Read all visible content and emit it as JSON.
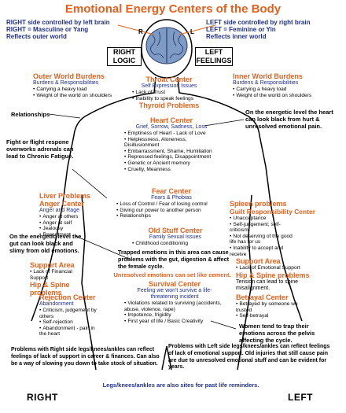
{
  "title": "Emotional Energy Centers of the Body",
  "header": {
    "left": {
      "line1": "RIGHT side controlled by left brain",
      "line2": "RIGHT = Masculine or Yang",
      "line3": "Reflects outer world"
    },
    "right": {
      "line1": "LEFT side controlled by right brain",
      "line2": "LEFT = Feminine or Yin",
      "line3": "Reflects inner world"
    },
    "brain_left_letter": "R",
    "brain_right_letter": "L",
    "right_logic_box": "RIGHT LOGIC",
    "left_feelings_box": "LEFT FEELINGS"
  },
  "outer_world": {
    "title": "Outer World Burdens",
    "subtitle": "Burdens & Responsibilities",
    "items": [
      "Carrying a heavy load",
      "Weight of the world on shoulders"
    ]
  },
  "inner_world": {
    "title": "Inner World Burdens",
    "subtitle": "Burdens & Responsibilities",
    "items": [
      "Carrying a heavy load",
      "Weight of the world on shoulders"
    ]
  },
  "throat": {
    "title": "Throat Center",
    "subtitle": "Self Expression Issues",
    "items": [
      "Lack of Trust",
      "Inability to speak feelings"
    ],
    "footer": "Thyroid Problems"
  },
  "relationships": "Relationships",
  "heart_note": "On the energetic level the heart can look black from hurt & unresolved emotional pain.",
  "heart": {
    "title": "Heart Center",
    "subtitle": "Grief, Sorrow, Sadness, Loss",
    "items": [
      "Emptiness of Heart - Lack of Love",
      "Helplessness, Aloneness, Disillusionment",
      "Embarrassment, Shame, Humiliation",
      "Repressed feelings, Disappointment",
      "Genetic or Ancient memory",
      "Cruelty, Meanness"
    ]
  },
  "fight_note": "Fight or flight respone overworks adrenals can lead to Chronic Fatigue.",
  "fear": {
    "title": "Fear Center",
    "subtitle": "Fears & Phobias",
    "items": [
      "Loss of Control / Fear of losing control",
      "Giving our power to another person",
      "Relationships"
    ]
  },
  "liver": {
    "title": "Liver Problems",
    "subtitle": "Anger Center",
    "sub2": "Anger and Rage",
    "items": [
      "Anger at others",
      "Anger at self",
      "Jealousy",
      "Resentment"
    ]
  },
  "spleen": {
    "title": "Spleen problems",
    "subtitle": "Guilt Responsibility Center",
    "items": [
      "Unacceptance",
      "Self-judgement; self-criticism",
      "Not deserving of the good life has for us",
      "Inability to accept and receive"
    ]
  },
  "gut_note": "On the energetic level the gut can look black and slimy from old emotions.",
  "old_stuff": {
    "title": "Old Stuff Center",
    "subtitle": "Family Sexual Issues",
    "items": [
      "Childhood conditioning"
    ]
  },
  "trapped_note": "Trapped emotions in this area can cause problems with the gut, digestion & affect the female cycle.",
  "cement_note": "Unresolved emotions can set like cement.",
  "support_left": {
    "title": "Support Area",
    "items": [
      "Lack of Financial Support"
    ],
    "footer": "Hip & Spine problems"
  },
  "support_right": {
    "title": "Support Area",
    "items": [
      "Lack of Emotional Support"
    ],
    "footer": "Hip & Spine problems",
    "tension": "Tension can lead to spine misalignment."
  },
  "survival": {
    "title": "Survival Center",
    "subtitle": "Feeling we won't survive a life-threatening incident",
    "items": [
      "Violations related to surviving (accidents, abuse, violence, rape)",
      "Impotence, frigidity",
      "First year of life / Basic Creativity"
    ]
  },
  "rejection": {
    "title": "Rejection Center",
    "subtitle": "Abandonment",
    "items": [
      "Criticism, judgement by others",
      "Self-rejection",
      "Abandonment - pain in the heart"
    ]
  },
  "betrayal": {
    "title": "Betrayal Center",
    "items": [
      "Betrayed by someone we trusted",
      "Self-betrayal"
    ]
  },
  "women_note": "Women tend to trap their emotions across the pelvis affecting the cycle.",
  "bottom": {
    "left_note": "Problems with Right side legs/knees/ankles can reflect feelings of lack of support in career & finances. Can also be a way of slowing you down to take stock of situation.",
    "right_note": "Problems with Left side legs/knees/ankles can reflect feelings of lack of emotional support. Old injuries that still cause pain are due to unresolved emotional stuff and can be evident for years.",
    "past_life": "Legs/knees/ankles are also sites for past life reminders.",
    "right_label": "RIGHT",
    "left_label": "LEFT"
  },
  "colors": {
    "orange": "#e8601c",
    "blue": "#1f2f8a",
    "black": "#000000"
  }
}
